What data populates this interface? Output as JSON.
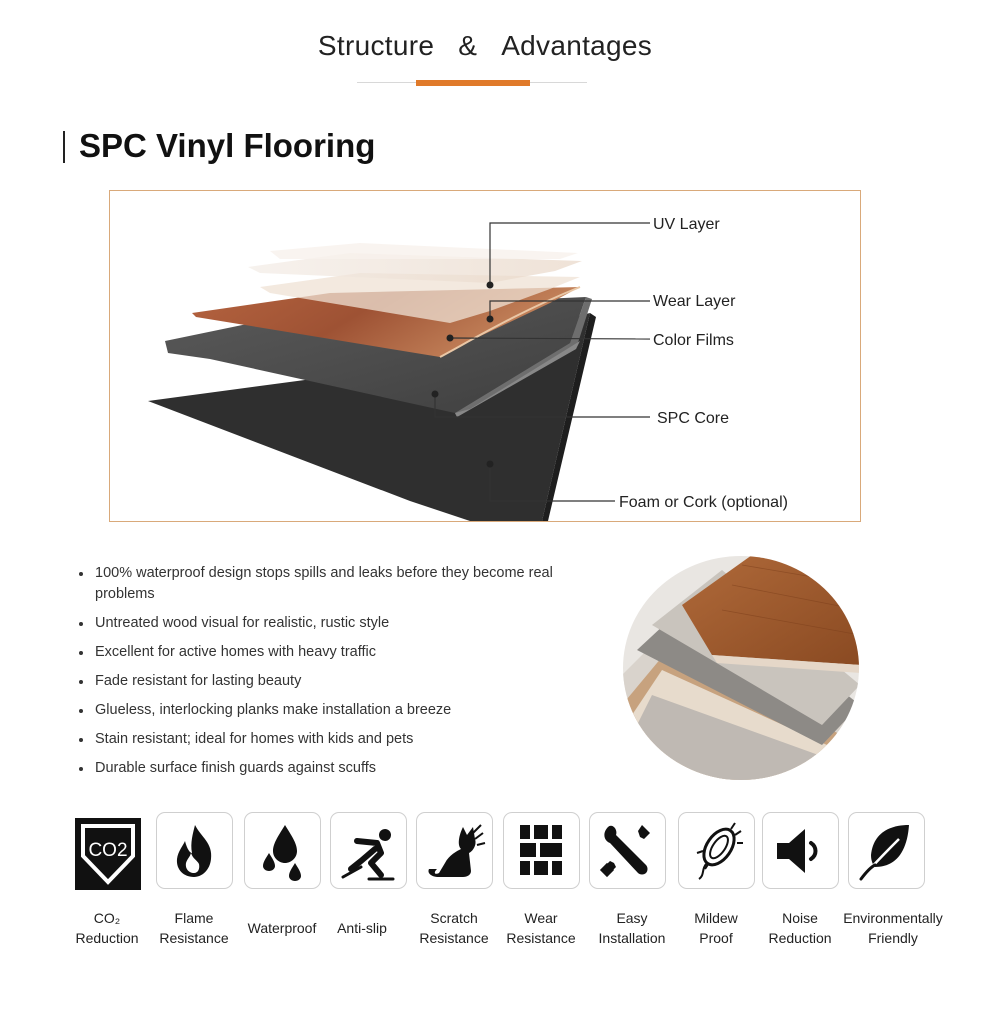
{
  "header": {
    "word1": "Structure",
    "amp": "&",
    "word2": "Advantages"
  },
  "section": {
    "title": "SPC Vinyl Flooring"
  },
  "colors": {
    "accent": "#e07a2a",
    "box_border": "#d9a97a"
  },
  "layers": [
    {
      "label": "UV Layer"
    },
    {
      "label": "Wear Layer"
    },
    {
      "label": "Color Films"
    },
    {
      "label": "SPC Core"
    },
    {
      "label": "Foam or Cork (optional)"
    }
  ],
  "features": [
    "100% waterproof design stops spills and leaks before they become real problems",
    "Untreated wood visual for realistic, rustic style",
    "Excellent for active homes with heavy traffic",
    "Fade resistant for lasting beauty",
    "Glueless, interlocking planks make installation a breeze",
    "Stain resistant; ideal for homes with kids and pets",
    "Durable surface finish guards against scuffs"
  ],
  "co2_badge": "CO2",
  "icons": [
    {
      "icon": "co2-reduction-icon",
      "line1": "CO₂",
      "line2": "Reduction"
    },
    {
      "icon": "flame-icon",
      "line1": "Flame",
      "line2": "Resistance"
    },
    {
      "icon": "water-drops-icon",
      "line1": "Waterproof",
      "line2": ""
    },
    {
      "icon": "skater-icon",
      "line1": "Anti-slip",
      "line2": ""
    },
    {
      "icon": "cat-icon",
      "line1": "Scratch",
      "line2": "Resistance"
    },
    {
      "icon": "brick-wall-icon",
      "line1": "Wear",
      "line2": "Resistance"
    },
    {
      "icon": "tools-icon",
      "line1": "Easy",
      "line2": "Installation"
    },
    {
      "icon": "bacteria-icon",
      "line1": "Mildew",
      "line2": "Proof"
    },
    {
      "icon": "speaker-icon",
      "line1": "Noise",
      "line2": "Reduction"
    },
    {
      "icon": "leaf-icon",
      "line1": "Environmentally",
      "line2": "Friendly"
    }
  ]
}
